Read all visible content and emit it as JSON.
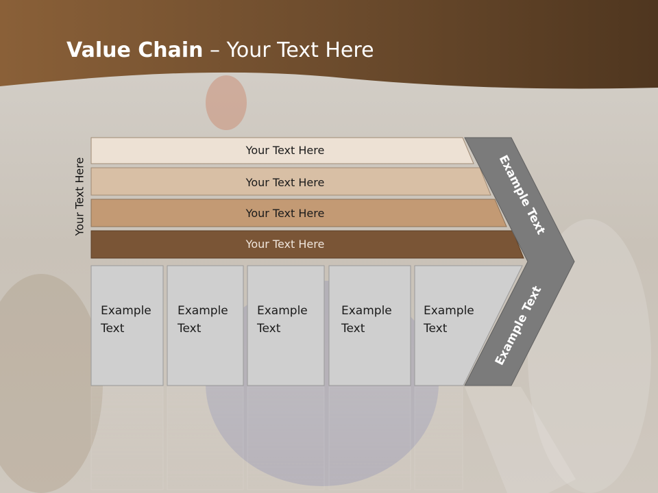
{
  "title": {
    "bold": "Value Chain",
    "rest": " – Your Text Here"
  },
  "side_label": "Your Text Here",
  "bars": [
    {
      "label": "Your Text Here",
      "fill": "#ede1d4",
      "text_color": "#1a1a1a"
    },
    {
      "label": "Your Text Here",
      "fill": "#d8bfa5",
      "text_color": "#1a1a1a"
    },
    {
      "label": "Your Text Here",
      "fill": "#c39a74",
      "text_color": "#1a1a1a"
    },
    {
      "label": "Your Text Here",
      "fill": "#7a5536",
      "text_color": "#ffffff"
    }
  ],
  "boxes": [
    {
      "line1": "Example",
      "line2": "Text"
    },
    {
      "line1": "Example",
      "line2": "Text"
    },
    {
      "line1": "Example",
      "line2": "Text"
    },
    {
      "line1": "Example",
      "line2": "Text"
    },
    {
      "line1": "Example",
      "line2": "Text"
    }
  ],
  "chevron": {
    "upper_label": "Example Text",
    "lower_label": "Example Text",
    "fill": "#7b7b7b"
  },
  "colors": {
    "header": "#6b4a2c",
    "box_fill": "#cfcfcf",
    "box_stroke": "#9a9a9a"
  }
}
